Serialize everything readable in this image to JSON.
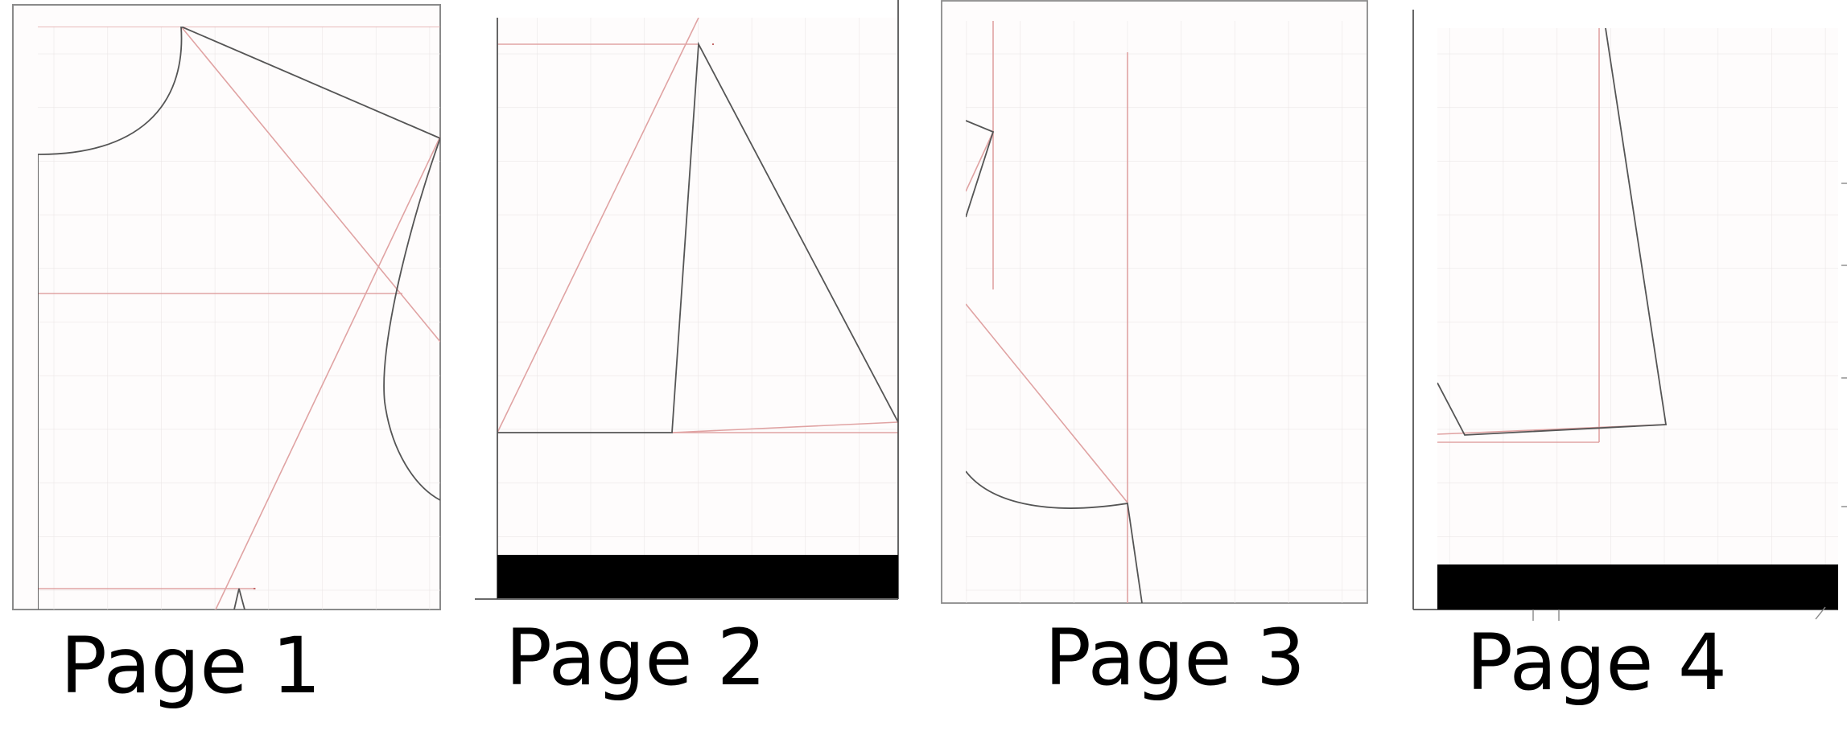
{
  "pages": [
    {
      "id": "page-1",
      "label": "Page 1"
    },
    {
      "id": "page-2",
      "label": "Page 2"
    },
    {
      "id": "page-3",
      "label": "Page 3"
    },
    {
      "id": "page-4",
      "label": "Page 4"
    }
  ],
  "colors": {
    "background": "#ffffff",
    "sheet_fill": "#fefcfc",
    "grid": "#ebe6e6",
    "guide": "#e0a3a3",
    "outline": "#555555",
    "frame": "#8a8a8a",
    "band": "#000000"
  }
}
